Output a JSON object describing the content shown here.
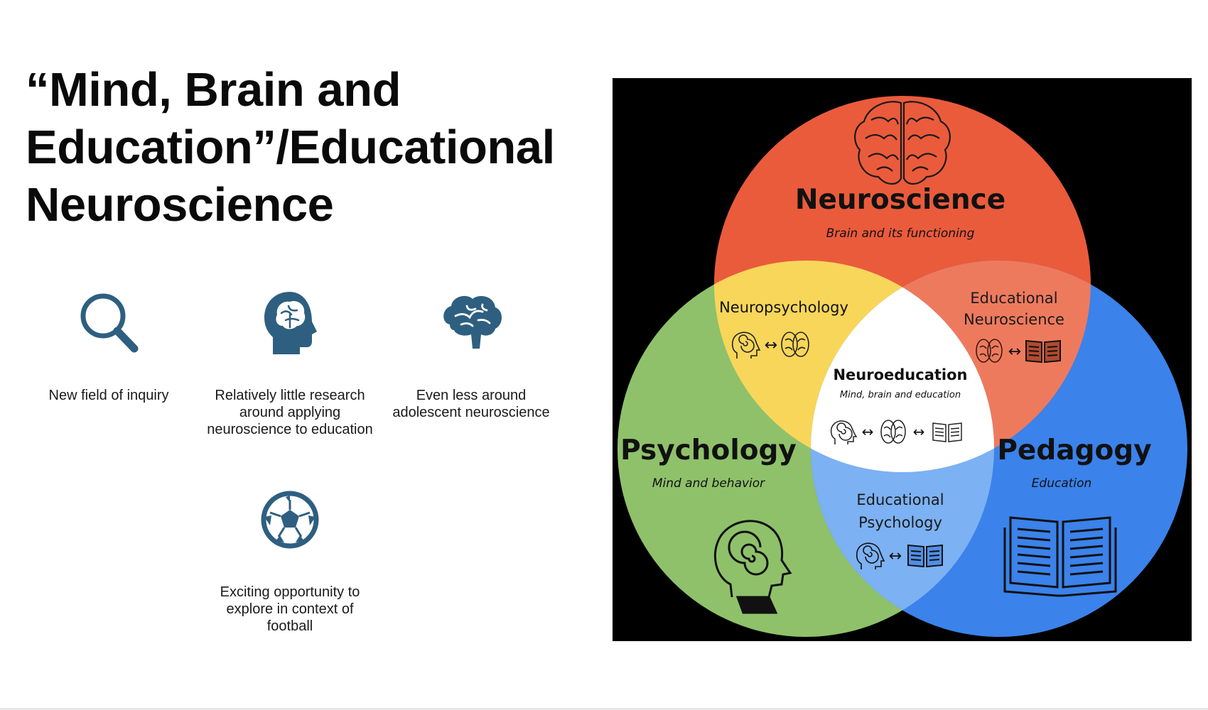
{
  "slide": {
    "title_lines": [
      "“Mind, Brain and",
      "Education”/Educational",
      "Neuroscience"
    ]
  },
  "features": [
    {
      "icon": "magnifying-glass-icon",
      "label": "New field of inquiry"
    },
    {
      "icon": "head-with-brain-icon",
      "label": "Relatively little research around applying neuroscience to education"
    },
    {
      "icon": "brain-icon",
      "label": "Even less around adolescent neuroscience"
    },
    {
      "icon": "soccer-ball-icon",
      "label": "Exciting opportunity to explore in context of football"
    }
  ],
  "venn": {
    "neuroscience": {
      "title": "Neuroscience",
      "subtitle": "Brain and its functioning",
      "color": "#ea5b3c"
    },
    "psychology": {
      "title": "Psychology",
      "subtitle": "Mind and behavior",
      "color": "#8fc16a"
    },
    "pedagogy": {
      "title": "Pedagogy",
      "subtitle": "Education",
      "color": "#3b82ea"
    },
    "neuropsychology": {
      "label": "Neuropsychology",
      "color": "#f8d65a"
    },
    "educational_neuroscience": {
      "line1": "Educational",
      "line2": "Neuroscience",
      "color": "#ee7a5e"
    },
    "educational_psychology": {
      "line1": "Educational",
      "line2": "Psychology",
      "color": "#7cb1f3"
    },
    "neuroeducation": {
      "title": "Neuroeducation",
      "subtitle": "Mind, brain and education",
      "color": "#ffffff"
    },
    "arrow_glyph": "↔",
    "background": "#000000"
  },
  "colors": {
    "icon": "#2e5f80"
  }
}
